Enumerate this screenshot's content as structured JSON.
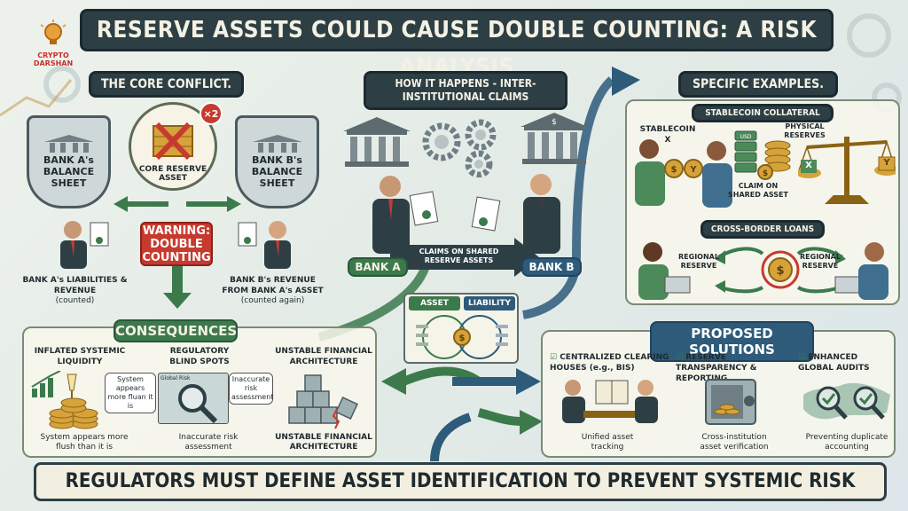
{
  "logo": {
    "line1": "CRYPTO",
    "line2": "DARSHAN"
  },
  "title": "RESERVE ASSETS COULD CAUSE DOUBLE COUNTING: A RISK ANALYSIS",
  "core_conflict": {
    "heading": "THE CORE CONFLICT.",
    "bank_a_sheet": "BANK A's BALANCE SHEET",
    "bank_b_sheet": "BANK B's BALANCE SHEET",
    "core_asset": "CORE RESERVE ASSET",
    "multiplier": "×2",
    "warning": "WARNING: DOUBLE COUNTING",
    "bank_a_caption": "BANK A's LIABILITIES & REVENUE",
    "bank_a_sub": "(counted)",
    "bank_b_caption": "BANK B's REVENUE FROM BANK A's ASSET",
    "bank_b_sub": "(counted again)"
  },
  "how_it_happens": {
    "heading": "HOW IT HAPPENS - INTER-INSTITUTIONAL CLAIMS",
    "claims": "CLAIMS ON SHARED RESERVE ASSETS",
    "bank_a": "BANK A",
    "bank_b": "BANK B",
    "asset": "ASSET",
    "liability": "LIABILITY"
  },
  "examples": {
    "heading": "SPECIFIC EXAMPLES.",
    "stablecoin_heading": "STABLECOIN COLLATERAL",
    "stablecoin_x": "STABLECOIN X",
    "physical_reserves": "PHYSICAL RESERVES",
    "usd_label": "USD",
    "claim": "CLAIM ON SHARED ASSET",
    "scale_x": "X",
    "scale_y": "Y",
    "loans_heading": "CROSS-BORDER LOANS",
    "regional_left": "REGIONAL RESERVE",
    "regional_right": "REGIONAL RESERVE"
  },
  "consequences": {
    "heading": "CONSEQUENCES",
    "c1_title": "INFLATED SYSTEMIC LIQUIDITY",
    "c1_bubble": "System appears more fluan it is",
    "c1_caption": "System appears more flush than it is",
    "c2_title": "REGULATORY BLIND SPOTS",
    "c2_map": "Global Risk",
    "c2_bubble": "Inaccurate risk assessment",
    "c2_caption": "Inaccurate risk assessment",
    "c3_title": "UNSTABLE FINANCIAL ARCHITECTURE",
    "c3_caption": "UNSTABLE FINANCIAL ARCHITECTURE"
  },
  "solutions": {
    "heading": "PROPOSED SOLUTIONS",
    "s1_title": "CENTRALIZED CLEARING HOUSES (e.g., BIS)",
    "s1_caption": "Unified asset tracking",
    "s2_title": "RESERVE TRANSPARENCY & REPORTING",
    "s2_caption": "Cross-institution asset verification",
    "s3_title": "ENHANCED GLOBAL AUDITS",
    "s3_caption": "Preventing duplicate accounting"
  },
  "bottom": "REGULATORS MUST DEFINE ASSET IDENTIFICATION TO PREVENT SYSTEMIC RISK",
  "colors": {
    "navy": "#2d3f45",
    "green": "#3c7a4c",
    "red": "#c73a2f",
    "blue": "#2e5b7a",
    "gold": "#d6a23a"
  }
}
